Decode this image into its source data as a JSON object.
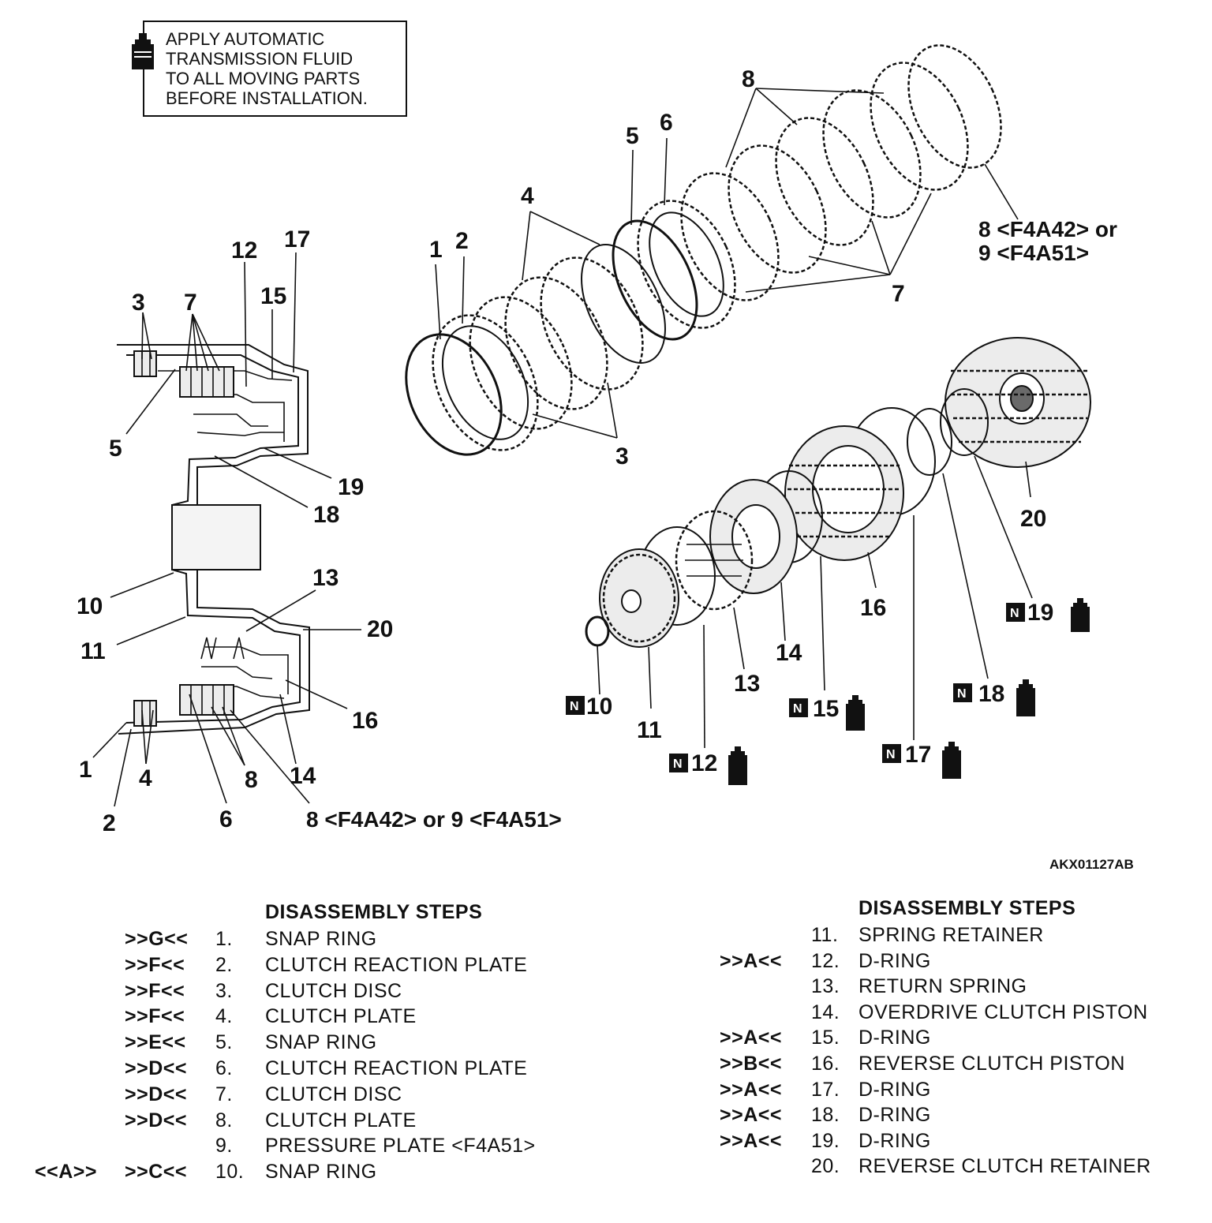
{
  "note": {
    "lines": [
      "APPLY AUTOMATIC",
      "TRANSMISSION FLUID",
      "TO ALL MOVING PARTS",
      "BEFORE INSTALLATION."
    ]
  },
  "figure_id": "AKX01127AB",
  "variant_note": {
    "top_line1": "8 <F4A42> or",
    "top_line2": "9 <F4A51>",
    "bottom": "8 <F4A42> or 9 <F4A51>"
  },
  "nmark": "N",
  "left_steps": {
    "title": "DISASSEMBLY STEPS",
    "rows": [
      {
        "ref2": "",
        "ref": ">>G<<",
        "num": "1.",
        "name": "SNAP RING"
      },
      {
        "ref2": "",
        "ref": ">>F<<",
        "num": "2.",
        "name": "CLUTCH REACTION PLATE"
      },
      {
        "ref2": "",
        "ref": ">>F<<",
        "num": "3.",
        "name": "CLUTCH DISC"
      },
      {
        "ref2": "",
        "ref": ">>F<<",
        "num": "4.",
        "name": "CLUTCH PLATE"
      },
      {
        "ref2": "",
        "ref": ">>E<<",
        "num": "5.",
        "name": "SNAP RING"
      },
      {
        "ref2": "",
        "ref": ">>D<<",
        "num": "6.",
        "name": "CLUTCH REACTION PLATE"
      },
      {
        "ref2": "",
        "ref": ">>D<<",
        "num": "7.",
        "name": "CLUTCH DISC"
      },
      {
        "ref2": "",
        "ref": ">>D<<",
        "num": "8.",
        "name": "CLUTCH PLATE"
      },
      {
        "ref2": "",
        "ref": "",
        "num": "9.",
        "name": "PRESSURE PLATE <F4A51>"
      },
      {
        "ref2": "<<A>>",
        "ref": ">>C<<",
        "num": "10.",
        "name": "SNAP RING"
      }
    ]
  },
  "right_steps": {
    "title": "DISASSEMBLY STEPS",
    "rows": [
      {
        "ref": "",
        "num": "11.",
        "name": "SPRING RETAINER"
      },
      {
        "ref": ">>A<<",
        "num": "12.",
        "name": "D-RING"
      },
      {
        "ref": "",
        "num": "13.",
        "name": "RETURN SPRING"
      },
      {
        "ref": "",
        "num": "14.",
        "name": "OVERDRIVE CLUTCH PISTON"
      },
      {
        "ref": ">>A<<",
        "num": "15.",
        "name": "D-RING"
      },
      {
        "ref": ">>B<<",
        "num": "16.",
        "name": "REVERSE CLUTCH PISTON"
      },
      {
        "ref": ">>A<<",
        "num": "17.",
        "name": "D-RING"
      },
      {
        "ref": ">>A<<",
        "num": "18.",
        "name": "D-RING"
      },
      {
        "ref": ">>A<<",
        "num": "19.",
        "name": "D-RING"
      },
      {
        "ref": "",
        "num": "20.",
        "name": "REVERSE CLUTCH RETAINER"
      }
    ]
  },
  "callouts": {
    "c1": "1",
    "c2": "2",
    "c3": "3",
    "c4": "4",
    "c5": "5",
    "c6": "6",
    "c7": "7",
    "c8": "8",
    "c10": "10",
    "c11": "11",
    "c12": "12",
    "c13": "13",
    "c14": "14",
    "c15": "15",
    "c16": "16",
    "c17": "17",
    "c18": "18",
    "c19": "19",
    "c20": "20"
  }
}
